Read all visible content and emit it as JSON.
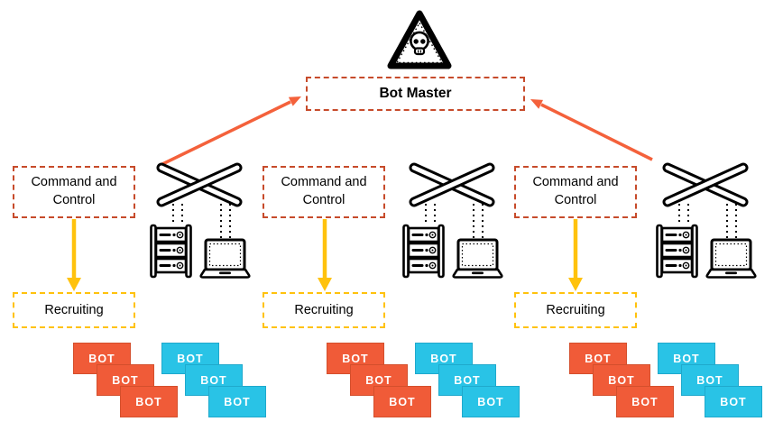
{
  "bot_master_label": "Bot Master",
  "groups": [
    {
      "command_control": "Command and Control",
      "recruiting": "Recruiting"
    },
    {
      "command_control": "Command and Control",
      "recruiting": "Recruiting"
    },
    {
      "command_control": "Command and Control",
      "recruiting": "Recruiting"
    }
  ],
  "bot_groups": [
    {
      "orange": [
        "BOT",
        "BOT",
        "BOT"
      ],
      "cyan": [
        "BOT",
        "BOT",
        "BOT"
      ]
    },
    {
      "orange": [
        "BOT",
        "BOT",
        "BOT"
      ],
      "cyan": [
        "BOT",
        "BOT",
        "BOT"
      ]
    },
    {
      "orange": [
        "BOT",
        "BOT",
        "BOT"
      ],
      "cyan": [
        "BOT",
        "BOT",
        "BOT"
      ]
    }
  ],
  "icons": {
    "hazard": "skull-warning-icon",
    "switch": "network-switch-icon",
    "server": "server-rack-icon",
    "laptop": "laptop-icon"
  },
  "colors": {
    "dash_red": "#C74B2B",
    "arrow_orange": "#F4613B",
    "yellow": "#FFC20D",
    "bot_orange": "#F05B38",
    "bot_orange_border": "#D44F2C",
    "bot_cyan": "#29C3E6",
    "bot_cyan_border": "#1FA9CC",
    "ink": "#000000"
  }
}
